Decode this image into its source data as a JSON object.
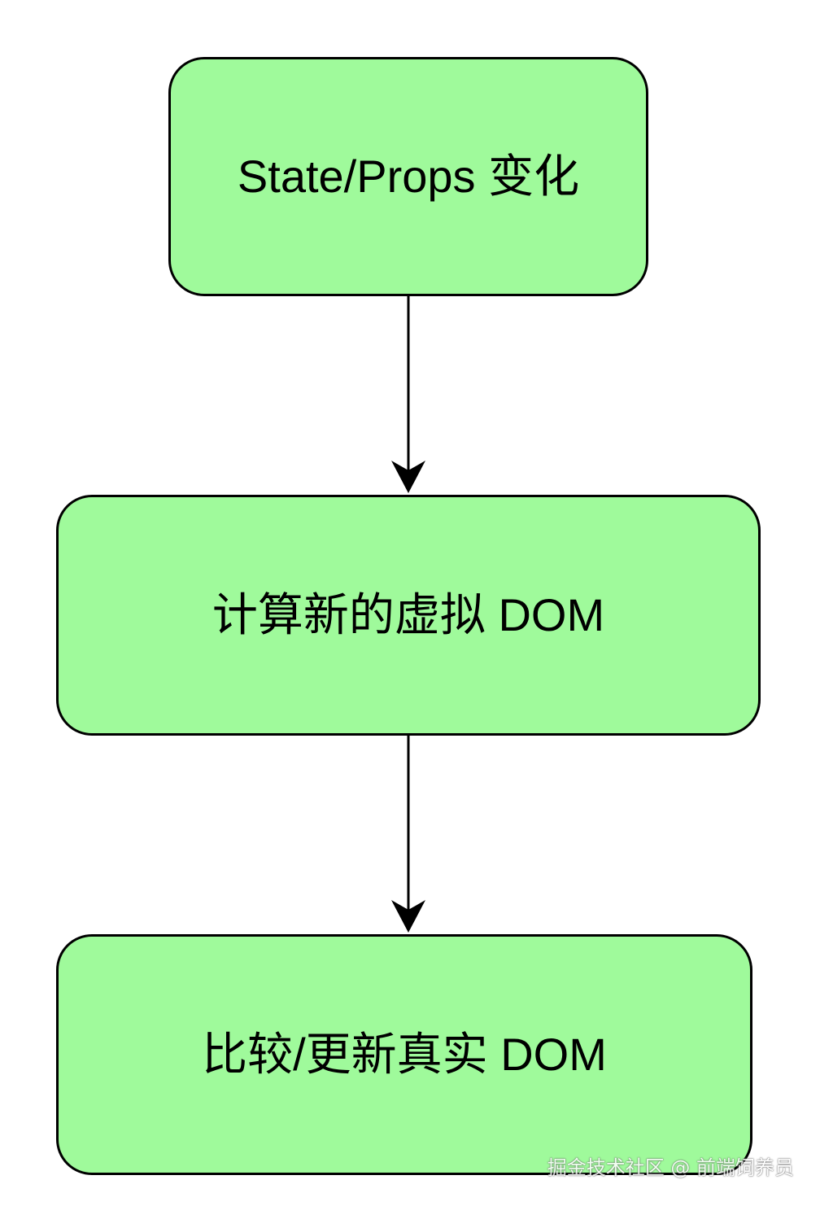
{
  "colors": {
    "node_fill": "#9ffa9b",
    "node_border": "#000000",
    "arrow": "#000000",
    "background": "#ffffff"
  },
  "nodes": [
    {
      "label": "State/Props 变化"
    },
    {
      "label": "计算新的虚拟 DOM"
    },
    {
      "label": "比较/更新真实 DOM"
    }
  ],
  "watermark": "掘金技术社区 @ 前端饲养员"
}
